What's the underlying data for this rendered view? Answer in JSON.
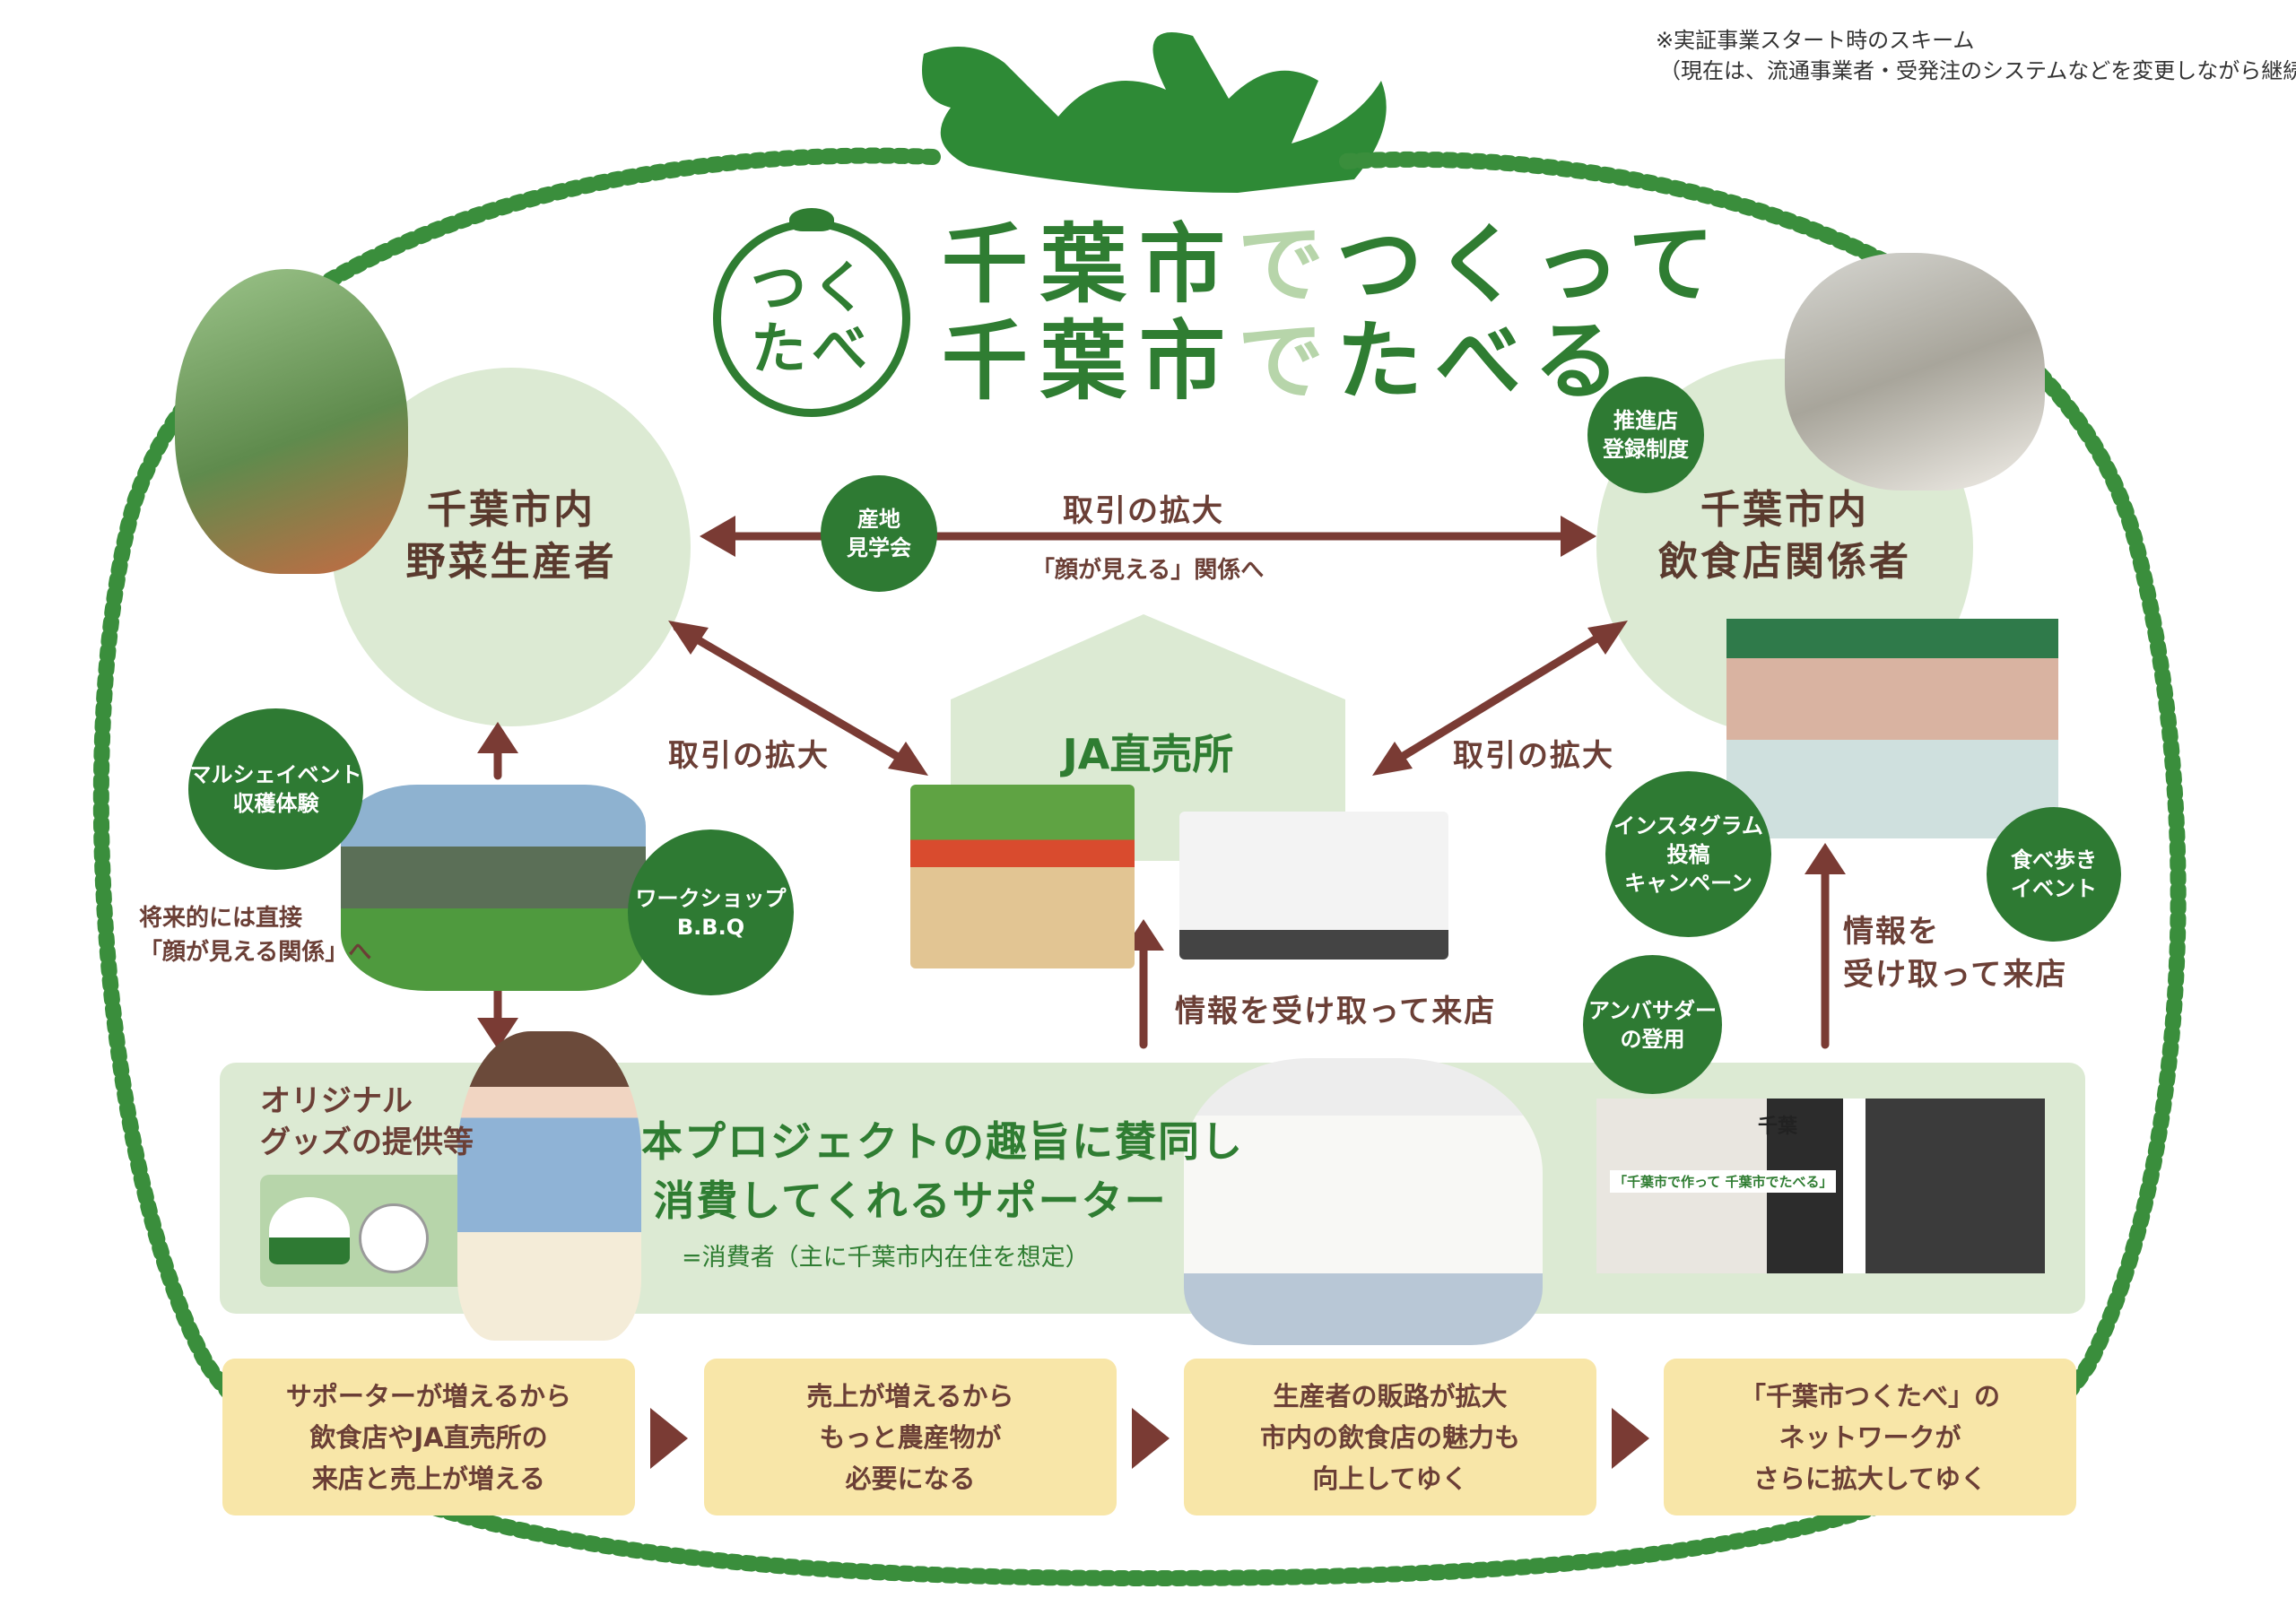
{
  "note": {
    "line1": "※実証事業スタート時のスキーム",
    "line2": "（現在は、流通事業者・受発注のシステムなどを変更しながら継続）"
  },
  "logo": {
    "line1": "つく",
    "line2": "たべ"
  },
  "title": {
    "line1_a": "千葉市",
    "line1_b": "で",
    "line1_c": "つくって",
    "line2_a": "千葉市",
    "line2_b": "で",
    "line2_c": "たべる"
  },
  "producers": {
    "line1": "千葉市内",
    "line2": "野菜生産者"
  },
  "restaurants": {
    "line1": "千葉市内",
    "line2": "飲食店関係者"
  },
  "ja": {
    "label": "JA直売所"
  },
  "dots": {
    "farm_tour": "産地\n見学会",
    "registration": "推進店\n登録制度",
    "marche": "マルシェイベント\n収穫体験",
    "workshop": "ワークショップ\nB.B.Q",
    "instagram": "インスタグラム\n投稿\nキャンペーン",
    "tabearuki": "食べ歩き\nイベント",
    "ambassador": "アンバサダー\nの登用"
  },
  "labels": {
    "trade_top": "取引の拡大",
    "face_relation": "「顔が見える」関係へ",
    "trade_left": "取引の拡大",
    "trade_right": "取引の拡大",
    "info_center": "情報を受け取って来店",
    "info_right": "情報を\n受け取って来店",
    "future_direct": "将来的には直接\n「顔が見える関係」へ"
  },
  "supporter": {
    "goods": "オリジナル\nグッズの提供等",
    "title_line1": "本プロジェクトの趣旨に賛同し",
    "title_line2": "消費してくれるサポーター",
    "sub": "=消費者（主に千葉市内在住を想定）"
  },
  "newspaper": {
    "headline": "「千葉市で作って 千葉市でたべる」",
    "corner": "千葉"
  },
  "flow": [
    "サポーターが増えるから\n飲食店やJA直売所の\n来店と売上が増える",
    "売上が増えるから\nもっと農産物が\n必要になる",
    "生産者の販路が拡大\n市内の飲食店の魅力も\n向上してゆく",
    "「千葉市つくたべ」の\nネットワークが\nさらに拡大してゆく"
  ],
  "colors": {
    "green_dark": "#2e7a33",
    "green_light": "#dcead3",
    "brown": "#7a3b34",
    "yellow_box": "#f8e6a8"
  }
}
